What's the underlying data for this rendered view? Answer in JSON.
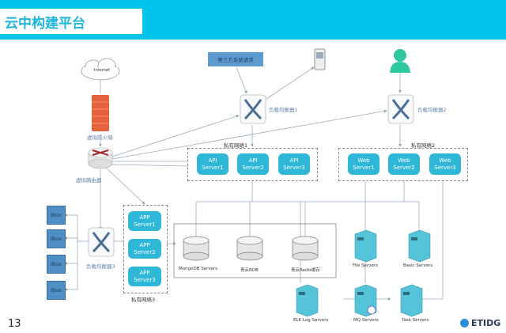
{
  "header": {
    "title": "云中构建平台",
    "accent": "#03c4ed"
  },
  "nodes": {
    "internet": "Internet",
    "firewall": "虚拟防火墙",
    "router": "虚拟路由器",
    "third_party": "第三方系统请求",
    "lb1": "负载均衡器1",
    "lb2": "负载均衡器2",
    "lb3": "负载均衡器3",
    "net1": "私有网络1",
    "net2": "私有网络2",
    "net3": "私有网络3",
    "api_servers": [
      {
        "line1": "API",
        "line2": "Server1"
      },
      {
        "line1": "API",
        "line2": "Server2"
      },
      {
        "line1": "API",
        "line2": "Server3"
      }
    ],
    "web_servers": [
      {
        "line1": "Web",
        "line2": "Server1"
      },
      {
        "line1": "Web",
        "line2": "Server2"
      },
      {
        "line1": "Web",
        "line2": "Server3"
      }
    ],
    "app_servers": [
      {
        "line1": "APP",
        "line2": "Server1"
      },
      {
        "line1": "APP",
        "line2": "Server2"
      },
      {
        "line1": "APP",
        "line2": "Server3"
      }
    ],
    "iboxes": [
      "IBox",
      "IBox",
      "IBox",
      "IBox"
    ],
    "databases": [
      "MongoDB Servers",
      "青云RDB",
      "青云Redis缓存"
    ],
    "file_servers": "File Servers",
    "basic_servers": "Basic Servers",
    "elk_servers": "ELK Log Servers",
    "mq_servers": "MQ Servers",
    "task_servers": "Task Servers"
  },
  "footer": {
    "page": "13",
    "brand": "ETIDG"
  }
}
